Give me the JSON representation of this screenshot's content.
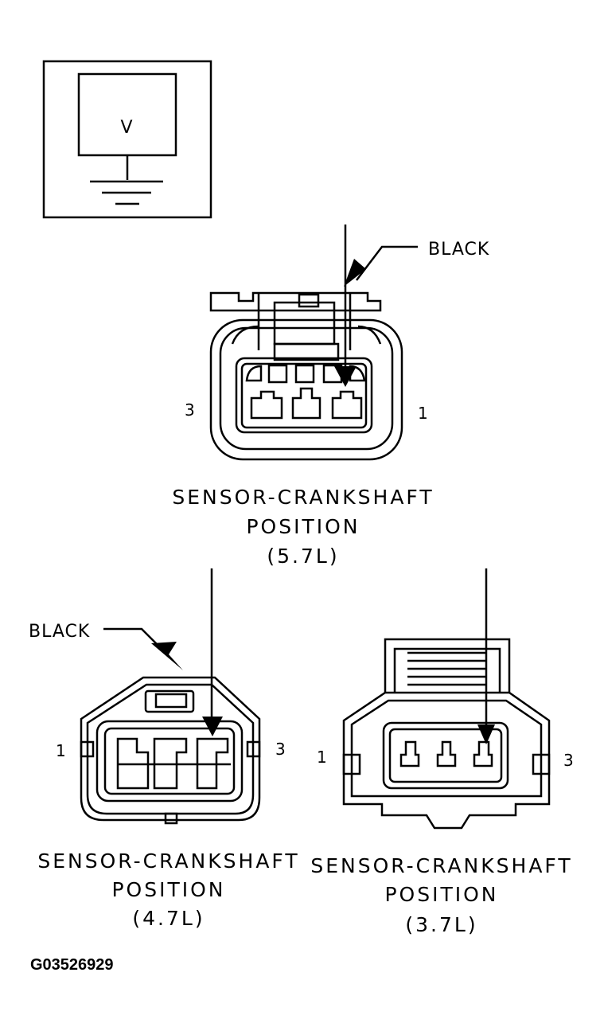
{
  "meter": {
    "symbol": "V"
  },
  "connectors": [
    {
      "id": "5.7L",
      "wire_label": "BLACK",
      "pin_left": "3",
      "pin_right": "1",
      "caption_line1": "SENSOR-CRANKSHAFT",
      "caption_line2": "POSITION",
      "caption_line3": "(5.7L)"
    },
    {
      "id": "4.7L",
      "wire_label": "BLACK",
      "pin_left": "1",
      "pin_right": "3",
      "caption_line1": "SENSOR-CRANKSHAFT",
      "caption_line2": "POSITION",
      "caption_line3": "(4.7L)"
    },
    {
      "id": "3.7L",
      "pin_left": "1",
      "pin_right": "3",
      "caption_line1": "SENSOR-CRANKSHAFT",
      "caption_line2": "POSITION",
      "caption_line3": "(3.7L)"
    }
  ],
  "figure_id": "G03526929"
}
